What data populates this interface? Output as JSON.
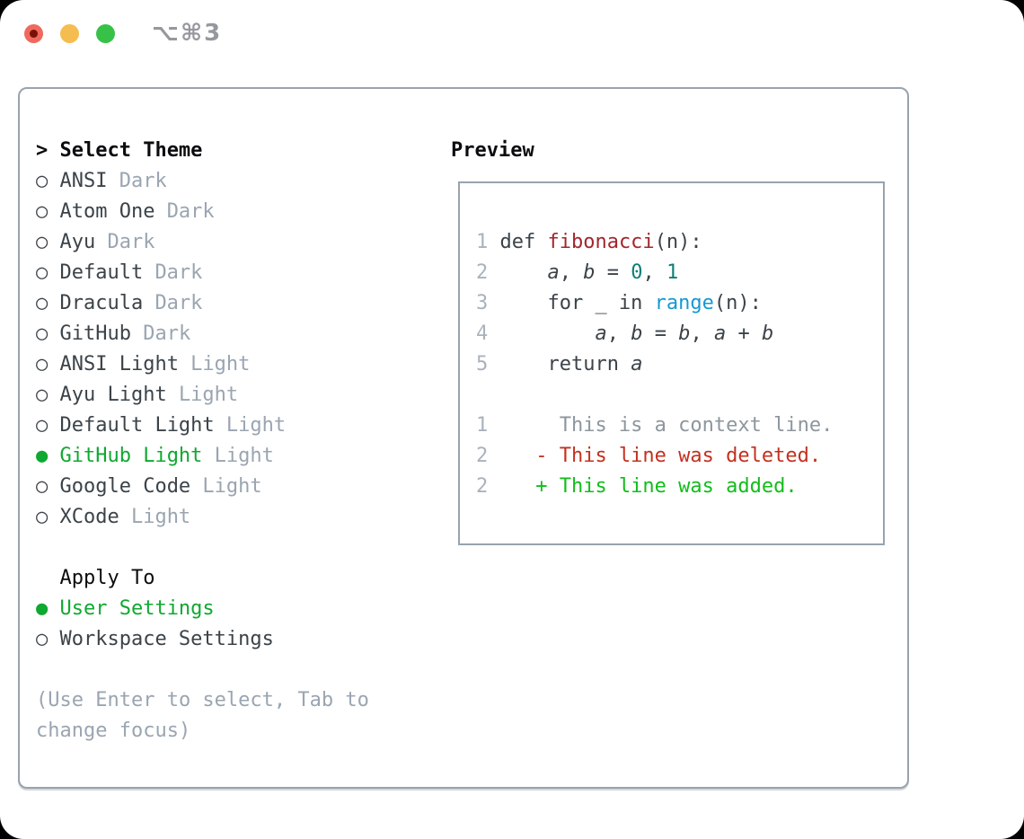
{
  "window": {
    "title": "⌥⌘3",
    "traffic_lights": [
      "close",
      "minimize",
      "zoom"
    ]
  },
  "colors": {
    "backdrop": "#000000",
    "window_bg": "#ffffff",
    "border": "#99a3ae",
    "text_primary": "#3b4349",
    "text_heading": "#0a0c0e",
    "text_muted": "#9aa5b1",
    "accent_green": "#0fa830",
    "traffic_red": "#ee6a5f",
    "traffic_red_dot": "#7b1007",
    "traffic_yellow": "#f5bd4f",
    "traffic_green": "#38c149",
    "title_gray": "#95989d",
    "code_func_red": "#a2262c",
    "code_number_teal": "#0d7e78",
    "code_builtin_blue": "#1698d2",
    "code_linenum": "#a9b2bc",
    "diff_context": "#8d969e",
    "diff_deleted": "#c4301e",
    "diff_added": "#12bd1b"
  },
  "theme_list": {
    "header_prefix": ">",
    "header": "Select Theme",
    "unselected_marker": "○",
    "selected_marker": "●",
    "items": [
      {
        "name": "ANSI",
        "variant": "Dark",
        "selected": false
      },
      {
        "name": "Atom One",
        "variant": "Dark",
        "selected": false
      },
      {
        "name": "Ayu",
        "variant": "Dark",
        "selected": false
      },
      {
        "name": "Default",
        "variant": "Dark",
        "selected": false
      },
      {
        "name": "Dracula",
        "variant": "Dark",
        "selected": false
      },
      {
        "name": "GitHub",
        "variant": "Dark",
        "selected": false
      },
      {
        "name": "ANSI Light",
        "variant": "Light",
        "selected": false
      },
      {
        "name": "Ayu Light",
        "variant": "Light",
        "selected": false
      },
      {
        "name": "Default Light",
        "variant": "Light",
        "selected": false
      },
      {
        "name": "GitHub Light",
        "variant": "Light",
        "selected": true
      },
      {
        "name": "Google Code",
        "variant": "Light",
        "selected": false
      },
      {
        "name": "XCode",
        "variant": "Light",
        "selected": false
      }
    ]
  },
  "apply_to": {
    "header": "Apply To",
    "options": [
      {
        "label": "User Settings",
        "selected": true
      },
      {
        "label": "Workspace Settings",
        "selected": false
      }
    ]
  },
  "footer_hint": [
    "(Use Enter to select, Tab to",
    "change focus)"
  ],
  "preview": {
    "header": "Preview",
    "code_lines": [
      {
        "num": "1",
        "segments": [
          [
            "def ",
            "code"
          ],
          [
            "fibonacci",
            "func"
          ],
          [
            "(n):",
            "code"
          ]
        ]
      },
      {
        "num": "2",
        "segments": [
          [
            "    ",
            "code"
          ],
          [
            "a",
            "var"
          ],
          [
            ", ",
            "code"
          ],
          [
            "b",
            "var"
          ],
          [
            " = ",
            "code"
          ],
          [
            "0",
            "num"
          ],
          [
            ", ",
            "code"
          ],
          [
            "1",
            "num"
          ]
        ]
      },
      {
        "num": "3",
        "segments": [
          [
            "    for _ in ",
            "code"
          ],
          [
            "range",
            "builtin"
          ],
          [
            "(n):",
            "code"
          ]
        ]
      },
      {
        "num": "4",
        "segments": [
          [
            "        ",
            "code"
          ],
          [
            "a",
            "var"
          ],
          [
            ", ",
            "code"
          ],
          [
            "b",
            "var"
          ],
          [
            " = ",
            "code"
          ],
          [
            "b",
            "var"
          ],
          [
            ", ",
            "code"
          ],
          [
            "a",
            "var"
          ],
          [
            " + ",
            "code"
          ],
          [
            "b",
            "var"
          ]
        ]
      },
      {
        "num": "5",
        "segments": [
          [
            "    ",
            "code"
          ],
          [
            "return ",
            "code"
          ],
          [
            "a",
            "var"
          ]
        ]
      },
      {
        "num": "",
        "segments": []
      },
      {
        "num": "1",
        "segments": [
          [
            "     This is a context line.",
            "context"
          ]
        ]
      },
      {
        "num": "2",
        "segments": [
          [
            "   - This line was deleted.",
            "deleted"
          ]
        ]
      },
      {
        "num": "2",
        "segments": [
          [
            "   + This line was added.",
            "added"
          ]
        ]
      }
    ]
  }
}
